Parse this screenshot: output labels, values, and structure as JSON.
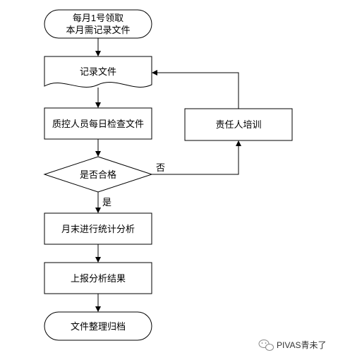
{
  "nodes": {
    "start": {
      "line1": "每月1号领取",
      "line2": "本月需记录文件"
    },
    "record": {
      "label": "记录文件"
    },
    "qc_check": {
      "label": "质控人员每日检查文件"
    },
    "decision": {
      "label": "是否合格"
    },
    "training": {
      "label": "责任人培训"
    },
    "monthly_stats": {
      "label": "月末进行统计分析"
    },
    "report": {
      "label": "上报分析结果"
    },
    "archive": {
      "label": "文件整理归档"
    }
  },
  "edges": {
    "no_label": "否",
    "yes_label": "是"
  },
  "watermark": {
    "text": "PIVAS青未了"
  }
}
